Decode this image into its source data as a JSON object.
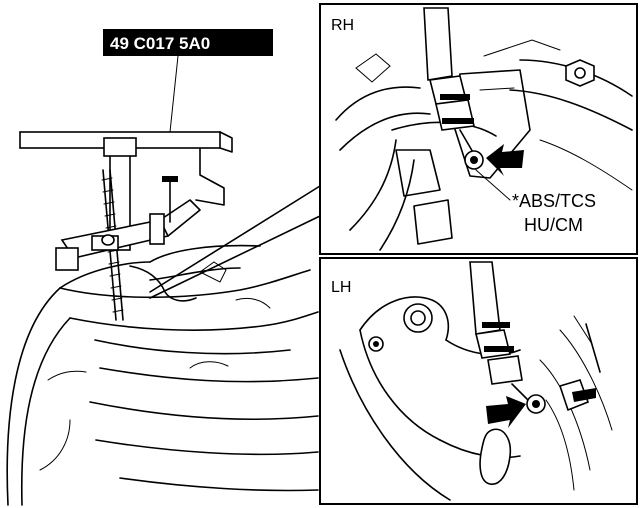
{
  "diagram": {
    "tool_number": "49 C017 5A0",
    "panels": {
      "right_hand": {
        "label": "RH"
      },
      "left_hand": {
        "label": "LH"
      }
    },
    "callout": {
      "line1": "*ABS/TCS",
      "line2": "HU/CM"
    }
  }
}
